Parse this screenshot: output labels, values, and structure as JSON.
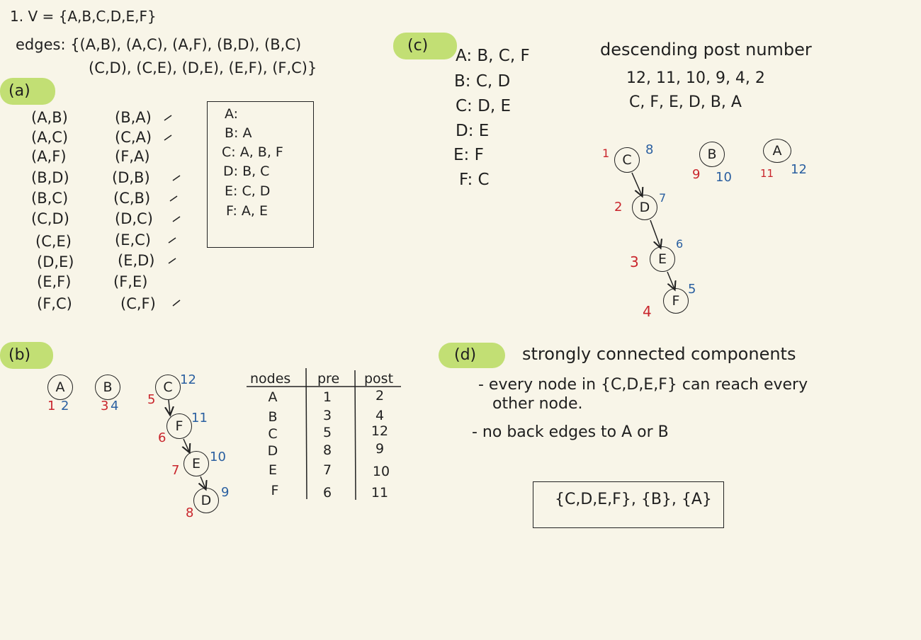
{
  "header": {
    "vertices": "1. V = {A,B,C,D,E,F}",
    "edges_line1": "edges: {(A,B), (A,C), (A,F), (B,D), (B,C)",
    "edges_line2": "(C,D), (C,E), (D,E), (E,F), (F,C)}"
  },
  "part_a": {
    "label": "(a)",
    "edges_left": [
      "(A,B)",
      "(A,C)",
      "(A,F)",
      "(B,D)",
      "(B,C)",
      "(C,D)",
      "(C,E)",
      "(D,E)",
      "(E,F)",
      "(F,C)"
    ],
    "edges_right": [
      "(B,A)",
      "(C,A)",
      "(F,A)",
      "(D,B)",
      "(C,B)",
      "(D,C)",
      "(E,C)",
      "(E,D)",
      "(F,E)",
      "(C,F)"
    ],
    "adjacency": [
      "A:",
      "B: A",
      "C: A, B, F",
      "D: B, C",
      "E: C, D",
      "F: A, E"
    ]
  },
  "part_b": {
    "label": "(b)",
    "nodes": [
      {
        "name": "A",
        "pre": "1",
        "post": "2"
      },
      {
        "name": "B",
        "pre": "3",
        "post": "4"
      },
      {
        "name": "C",
        "pre": "5",
        "post": "12"
      },
      {
        "name": "F",
        "pre": "6",
        "post": "11"
      },
      {
        "name": "E",
        "pre": "7",
        "post": "10"
      },
      {
        "name": "D",
        "pre": "8",
        "post": "9"
      }
    ],
    "table": {
      "headers": [
        "nodes",
        "pre",
        "post"
      ],
      "rows": [
        [
          "A",
          "1",
          "2"
        ],
        [
          "B",
          "3",
          "4"
        ],
        [
          "C",
          "5",
          "12"
        ],
        [
          "D",
          "8",
          "9"
        ],
        [
          "E",
          "7",
          "10"
        ],
        [
          "F",
          "6",
          "11"
        ]
      ]
    }
  },
  "part_c": {
    "label": "(c)",
    "adjacency": [
      "A: B, C, F",
      "B: C, D",
      "C: D, E",
      "D: E",
      "E: F",
      "F: C"
    ],
    "title": "descending post number",
    "post_order": "12, 11, 10, 9, 4, 2",
    "node_order": "C, F, E, D, B, A",
    "nodes": [
      {
        "name": "C",
        "pre": "1",
        "post": "8"
      },
      {
        "name": "D",
        "pre": "2",
        "post": "7"
      },
      {
        "name": "E",
        "pre": "3",
        "post": "6"
      },
      {
        "name": "F",
        "pre": "4",
        "post": "5"
      },
      {
        "name": "B",
        "pre": "9",
        "post": "10"
      },
      {
        "name": "A",
        "pre": "11",
        "post": "12"
      }
    ]
  },
  "part_d": {
    "label": "(d)",
    "title": "strongly connected components",
    "bullet1_line1": "- every node in {C,D,E,F} can reach every",
    "bullet1_line2": "other node.",
    "bullet2": "- no back edges to A or B",
    "answer": "{C,D,E,F}, {B}, {A}"
  },
  "colors": {
    "highlight": "#c2df74",
    "pre_number": "#c9252c",
    "post_number": "#2a5fa0",
    "background": "#f8f5e8"
  }
}
